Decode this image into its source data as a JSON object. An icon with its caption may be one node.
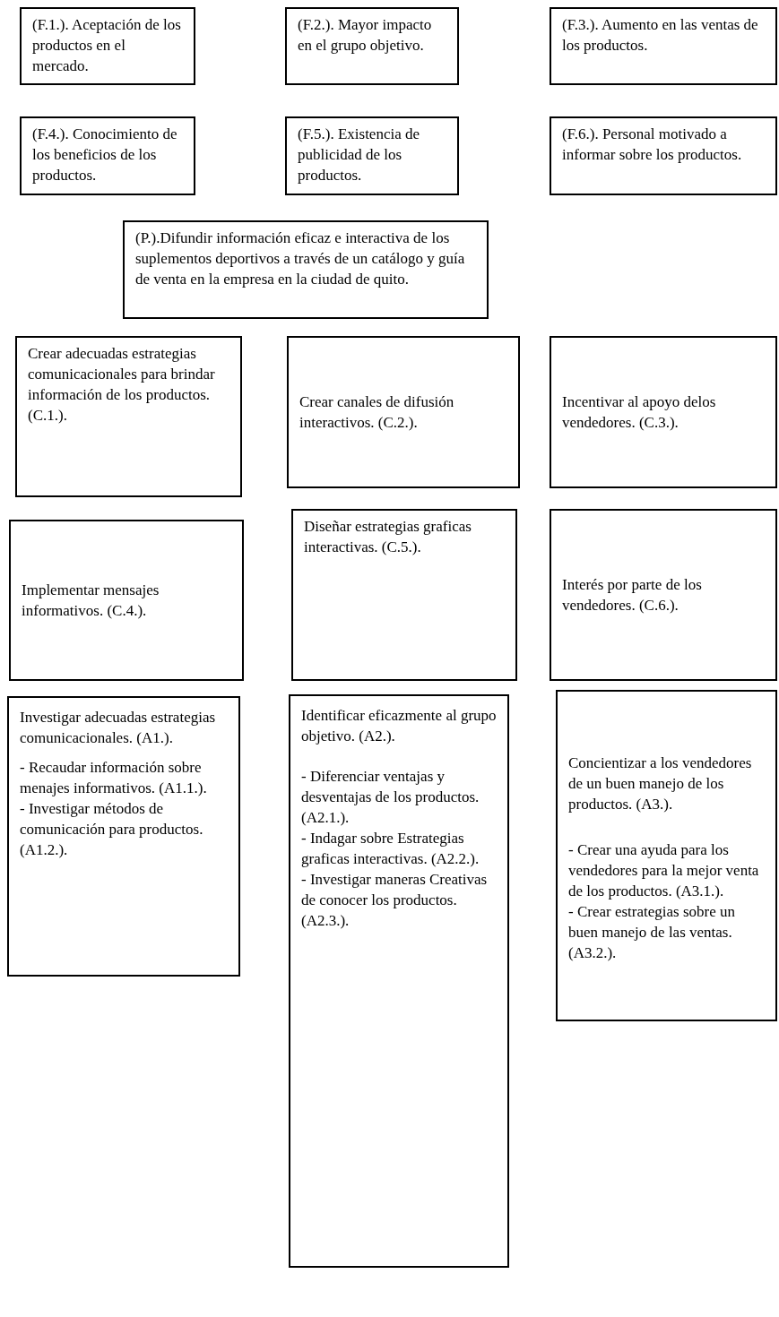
{
  "diagram": {
    "nodes": [
      {
        "text": [
          "(F.1.). Aceptación de los productos en el mercado."
        ]
      },
      {
        "text": [
          "(F.2.). Mayor impacto en el grupo objetivo."
        ]
      },
      {
        "text": [
          "(F.3.). Aumento en las ventas de los productos."
        ]
      },
      {
        "text": [
          "(F.4.). Conocimiento de los beneficios de los productos."
        ]
      },
      {
        "text": [
          "(F.5.). Existencia de publicidad de los productos."
        ]
      },
      {
        "text": [
          "(F.6.). Personal motivado a informar sobre los productos."
        ]
      },
      {
        "text": [
          "(P.).Difundir información eficaz e interactiva de los suplementos deportivos a través de un catálogo y guía de venta en la empresa en la ciudad de quito."
        ]
      },
      {
        "text": [
          "Crear adecuadas estrategias comunicacionales para brindar información de los productos. (C.1.)."
        ]
      },
      {
        "text": [
          "Crear canales de difusión interactivos. (C.2.)."
        ]
      },
      {
        "text": [
          "Incentivar al apoyo delos vendedores. (C.3.)."
        ]
      },
      {
        "text": [
          "Implementar mensajes informativos. (C.4.)."
        ]
      },
      {
        "text": [
          "Diseñar estrategias graficas interactivas. (C.5.)."
        ]
      },
      {
        "text": [
          "Interés por parte de los vendedores. (C.6.)."
        ]
      },
      {
        "text": [
          "Investigar adecuadas estrategias comunicacionales. (A1.).",
          "- Recaudar información sobre menajes informativos. (A1.1.).",
          "- Investigar métodos de comunicación para productos. (A1.2.)."
        ]
      },
      {
        "text": [
          "Identificar eficazmente al grupo objetivo. (A2.).",
          "- Diferenciar ventajas y desventajas de los productos. (A2.1.).",
          "- Indagar sobre Estrategias graficas interactivas. (A2.2.).",
          "- Investigar maneras Creativas de conocer los productos. (A2.3.)."
        ]
      },
      {
        "text": [
          "Concientizar a los vendedores de un buen manejo de los productos. (A3.).",
          "- Crear una ayuda para los vendedores para la mejor venta de los productos. (A3.1.).",
          "- Crear estrategias sobre un buen manejo de las ventas. (A3.2.)."
        ]
      }
    ]
  }
}
